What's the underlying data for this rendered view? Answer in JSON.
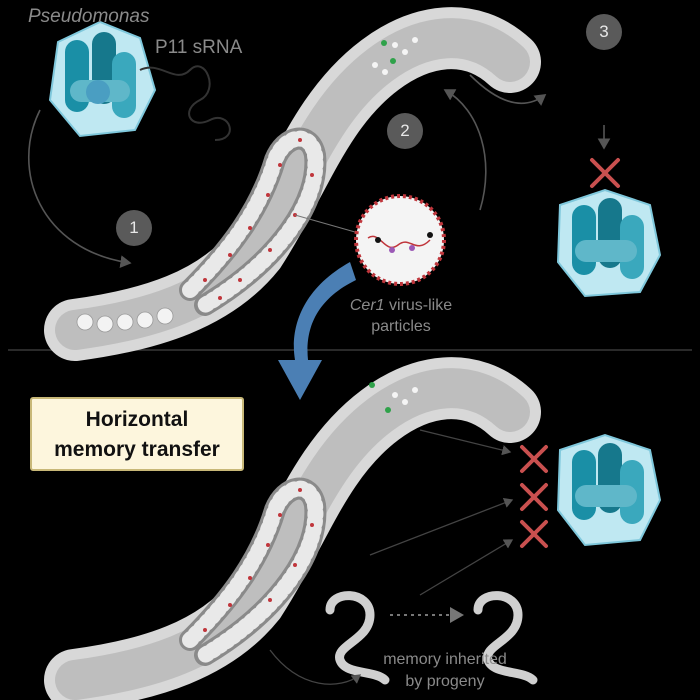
{
  "labels": {
    "pseudomonas": "Pseudomonas",
    "sRNA": "P11 sRNA",
    "vlp_italic": "Cer1",
    "vlp_rest": " virus-like",
    "vlp_line2": "particles",
    "progeny_line1": "memory inherited",
    "progeny_line2": "by progeny"
  },
  "steps": [
    "1",
    "2",
    "3"
  ],
  "callout": {
    "line1": "Horizontal",
    "line2": "memory transfer"
  },
  "colors": {
    "background": "#000000",
    "worm_body": "#d8d8d8",
    "bacteria_teal": "#1a8fa6",
    "bacteria_halo": "#bfe8f2",
    "avoid_x": "#c9504f",
    "arrow_blue": "#4b7fb4",
    "vlp_red": "#c0363c"
  }
}
